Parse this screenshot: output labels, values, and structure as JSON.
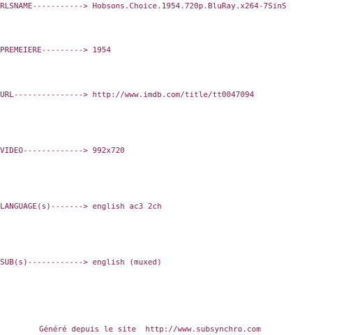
{
  "colors": {
    "text": "#8b1a4a",
    "background": "#ffffff"
  },
  "lines": {
    "rlsname": "RLSNAME-----------> Hobsons.Choice.1954.720p.BluRay.x264-7SinS",
    "premiere": "PREMEIERE---------> 1954",
    "url": "URL---------------> http://www.imdb.com/title/tt0047094",
    "video": "VIDEO-------------> 992x720",
    "language": "LANGUAGE(s)-------> english ac3 2ch",
    "sub": "SUB(s)------------> english (muxed)"
  },
  "footer": "Généré depuis le site  http://www.subsynchro.com"
}
